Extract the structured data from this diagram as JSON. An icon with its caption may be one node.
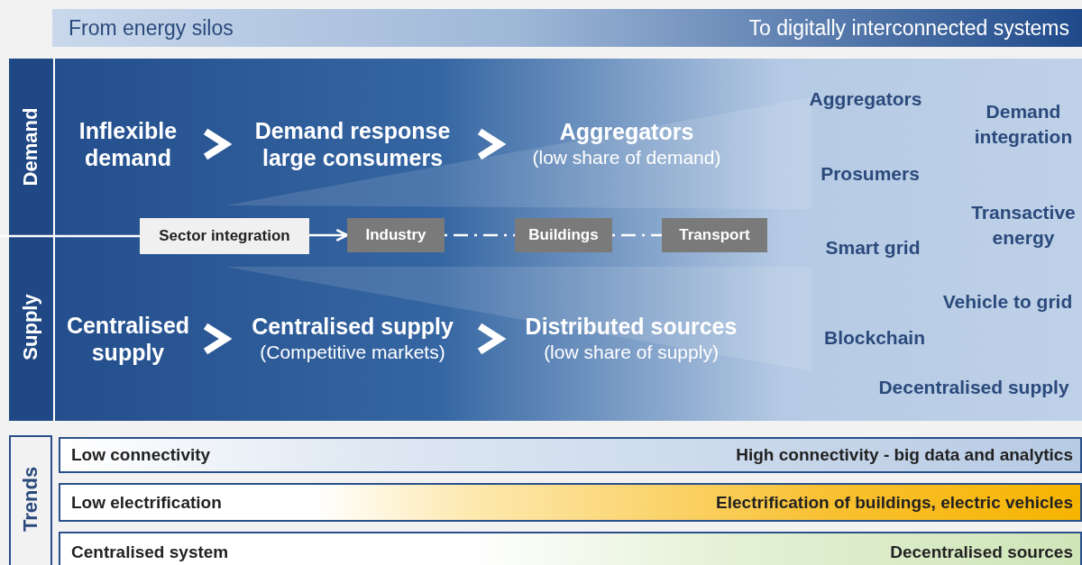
{
  "diagram": {
    "nodes": [
      {
        "text": [
          "From energy silos",
          "To digitally interconnected systems"
        ]
      },
      {
        "text": [
          "Inflexible demand"
        ]
      },
      {
        "text": [
          "Demand response large consumers"
        ]
      },
      {
        "text": [
          "Aggregators",
          "(low share of demand)"
        ]
      },
      {
        "text": [
          "Sector integration"
        ]
      },
      {
        "text": [
          "Industry"
        ]
      },
      {
        "text": [
          "Buildings"
        ]
      },
      {
        "text": [
          "Transport"
        ]
      },
      {
        "text": [
          "Centralised supply"
        ]
      },
      {
        "text": [
          "Centralised supply",
          "(Competitive markets)"
        ]
      },
      {
        "text": [
          "Distributed sources",
          "(low share of supply)"
        ]
      },
      {
        "text": [
          "Trends"
        ]
      },
      {
        "text": [
          "Low connectivity",
          "High connectivity - big data and analytics"
        ]
      },
      {
        "text": [
          "Low electrification",
          "Electrification of buildings, electric vehicles"
        ]
      },
      {
        "text": [
          "Centralised system",
          "Decentralised sources"
        ]
      }
    ],
    "edges": [
      {
        "from": 1,
        "to": 2,
        "arrow": "to",
        "style": "thick"
      },
      {
        "from": 2,
        "to": 3,
        "arrow": "to",
        "style": "thick"
      },
      {
        "from": null,
        "to": 4,
        "arrow": "none"
      },
      {
        "from": 4,
        "to": 5,
        "arrow": "to"
      },
      {
        "from": 5,
        "to": 6,
        "arrow": "none",
        "style": "dashed"
      },
      {
        "from": 6,
        "to": 7,
        "arrow": "none",
        "style": "dashed"
      },
      {
        "from": 8,
        "to": 9,
        "arrow": "to",
        "style": "thick"
      },
      {
        "from": 9,
        "to": 10,
        "arrow": "to",
        "style": "thick"
      }
    ],
    "labels": [
      "Demand",
      "Supply",
      "Aggregators",
      "Demand integration",
      "Prosumers",
      "Transactive energy",
      "Smart grid",
      "Vehicle to grid",
      "Blockchain",
      "Decentralised supply"
    ]
  }
}
